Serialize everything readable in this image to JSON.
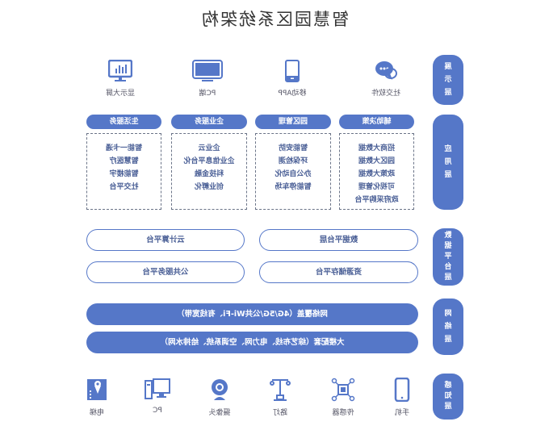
{
  "title": "智慧园区系统架构",
  "colors": {
    "accent": "#5577c8",
    "text": "#4a5f96"
  },
  "layers": {
    "display": [
      "展",
      "示",
      "层"
    ],
    "application": [
      "应",
      "用",
      "层"
    ],
    "data": [
      "数",
      "据",
      "平",
      "台",
      "层"
    ],
    "network": [
      "网",
      "络",
      "层"
    ],
    "perception": [
      "感",
      "知",
      "层"
    ]
  },
  "display_items": [
    {
      "label": "社交软件",
      "icon": "chat-icon"
    },
    {
      "label": "移动APP",
      "icon": "mobile-icon"
    },
    {
      "label": "PC端",
      "icon": "monitor-icon"
    },
    {
      "label": "显示大屏",
      "icon": "dashboard-screen-icon"
    }
  ],
  "application": [
    {
      "header": "辅助决策",
      "items": [
        "招商大数据",
        "园区大数据",
        "政策大数据",
        "可视化管理",
        "政府采购平台"
      ]
    },
    {
      "header": "园区管理",
      "items": [
        "智能安防",
        "环保检测",
        "办公自动化",
        "智能停车场"
      ]
    },
    {
      "header": "企业服务",
      "items": [
        "企业云",
        "企业信息平台化",
        "科技金融",
        "创业孵化"
      ]
    },
    {
      "header": "生活服务",
      "items": [
        "智能一卡通",
        "智慧医疗",
        "智能楼宇",
        "社交平台"
      ]
    }
  ],
  "data_platform": [
    "数据平台层",
    "云计算平台",
    "资源储存平台",
    "公共服务平台"
  ],
  "network": [
    "网络覆盖（4G/5G/公共Wi-Fi、有线宽带）",
    "大楼配套（综艺布线、电力网、空调系统、给排水网）"
  ],
  "perception_items": [
    {
      "label": "手机",
      "icon": "phone-icon"
    },
    {
      "label": "传感器",
      "icon": "sensor-icon"
    },
    {
      "label": "路灯",
      "icon": "streetlight-icon"
    },
    {
      "label": "摄像头",
      "icon": "camera-icon"
    },
    {
      "label": "PC",
      "icon": "pc-icon"
    },
    {
      "label": "电梯",
      "icon": "elevator-icon"
    }
  ]
}
